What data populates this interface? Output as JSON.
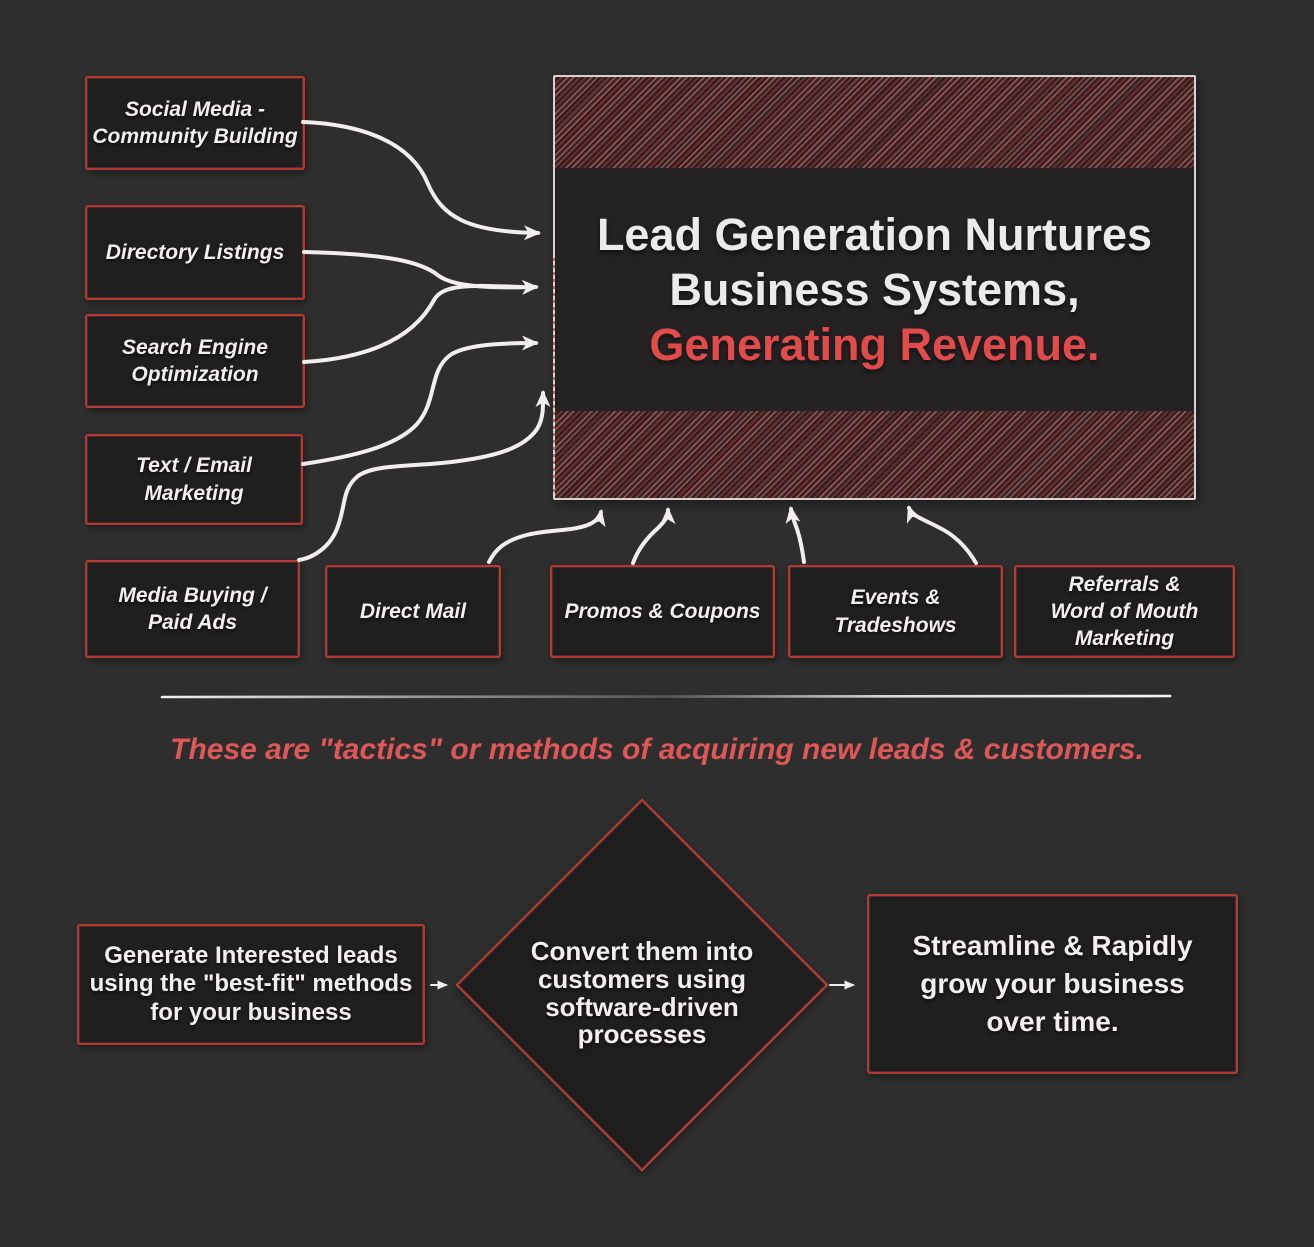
{
  "title": {
    "white_lines": "Lead Generation Nurtures\nBusiness Systems,",
    "accent_line": "Generating Revenue."
  },
  "tactics": [
    {
      "id": "social-media",
      "label": "Social Media -\nCommunity Building"
    },
    {
      "id": "directory-listings",
      "label": "Directory Listings"
    },
    {
      "id": "seo",
      "label": "Search Engine\nOptimization"
    },
    {
      "id": "text-email",
      "label": "Text / Email\nMarketing"
    },
    {
      "id": "media-buying",
      "label": "Media Buying /\nPaid Ads"
    },
    {
      "id": "direct-mail",
      "label": "Direct Mail"
    },
    {
      "id": "promos-coupons",
      "label": "Promos & Coupons"
    },
    {
      "id": "events-tradeshows",
      "label": "Events &\nTradeshows"
    },
    {
      "id": "referrals",
      "label": "Referrals &\nWord of Mouth\nMarketing"
    }
  ],
  "caption": "These are \"tactics\" or methods of acquiring new leads & customers.",
  "flow": {
    "step1": "Generate Interested leads\nusing the \"best-fit\" methods\nfor your business",
    "step2": "Convert them into\ncustomers using\nsoftware-driven\nprocesses",
    "step3": "Streamline & Rapidly\ngrow your business\nover time."
  },
  "colors": {
    "background": "#2e2e2e",
    "box_fill": "#201f1f",
    "box_border_red": "#b23a36",
    "accent_red": "#e14b4b",
    "caption_red": "#dd5856",
    "hatch_red": "#9d4e4e",
    "central_border": "#d8d2d2",
    "arrow_white": "#f0eeee",
    "text_white": "#f1efef"
  }
}
